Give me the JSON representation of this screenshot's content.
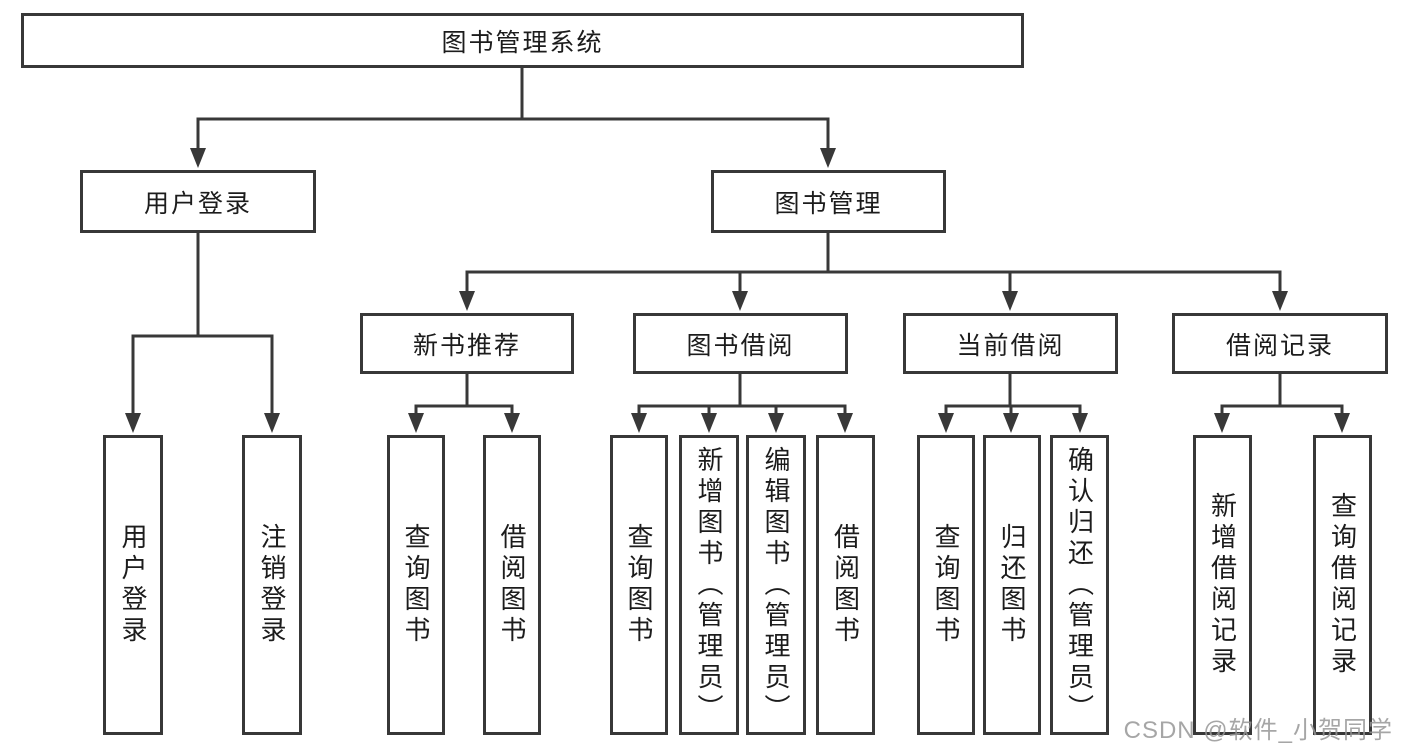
{
  "diagram": {
    "title_node": {
      "label": "图书管理系统"
    },
    "level2": [
      {
        "label": "用户登录"
      },
      {
        "label": "图书管理"
      }
    ],
    "level3": [
      {
        "label": "新书推荐"
      },
      {
        "label": "图书借阅"
      },
      {
        "label": "当前借阅"
      },
      {
        "label": "借阅记录"
      }
    ],
    "leaves": {
      "user_login": [
        "用户登录",
        "注销登录"
      ],
      "new_book_recommendation": [
        "查询图书",
        "借阅图书"
      ],
      "book_borrowing": [
        "查询图书",
        "新增图书（管理员）",
        "编辑图书（管理员）",
        "借阅图书"
      ],
      "current_borrowing": [
        "查询图书",
        "归还图书",
        "确认归还（管理员）"
      ],
      "borrowing_records": [
        "新增借阅记录",
        "查询借阅记录"
      ]
    },
    "colors": {
      "line": "#383838",
      "text": "#1c1c1c",
      "background": "#ffffff",
      "watermark": "#969696"
    },
    "watermark": "CSDN @软件_小贺同学"
  }
}
